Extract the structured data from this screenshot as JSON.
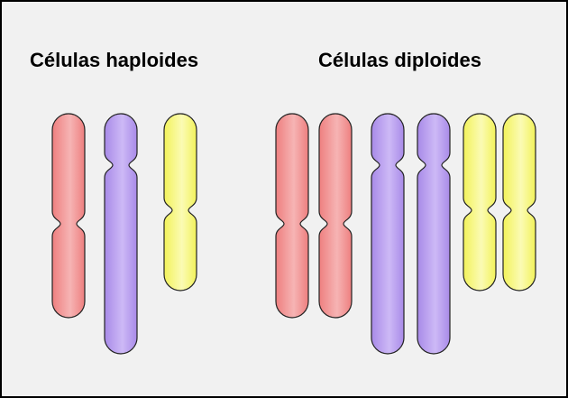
{
  "titles": {
    "haploid": "Células haploides",
    "diploid": "Células diploides"
  },
  "colors": {
    "red": {
      "base": "#ee7f7f",
      "light": "#f6b4b4",
      "dark": "#d76060"
    },
    "purple": {
      "base": "#a88ae8",
      "light": "#cdb9f6",
      "dark": "#8a68d8"
    },
    "yellow": {
      "base": "#f2f25a",
      "light": "#fbfbb4",
      "dark": "#d8d83a"
    },
    "outline": "#222222",
    "background": "#f1f1f1"
  },
  "chromosome_groups": [
    {
      "group": "haploid",
      "chromosomes": [
        "red",
        "purple",
        "yellow"
      ]
    },
    {
      "group": "diploid",
      "chromosomes": [
        "red",
        "red",
        "purple",
        "purple",
        "yellow",
        "yellow"
      ]
    }
  ]
}
